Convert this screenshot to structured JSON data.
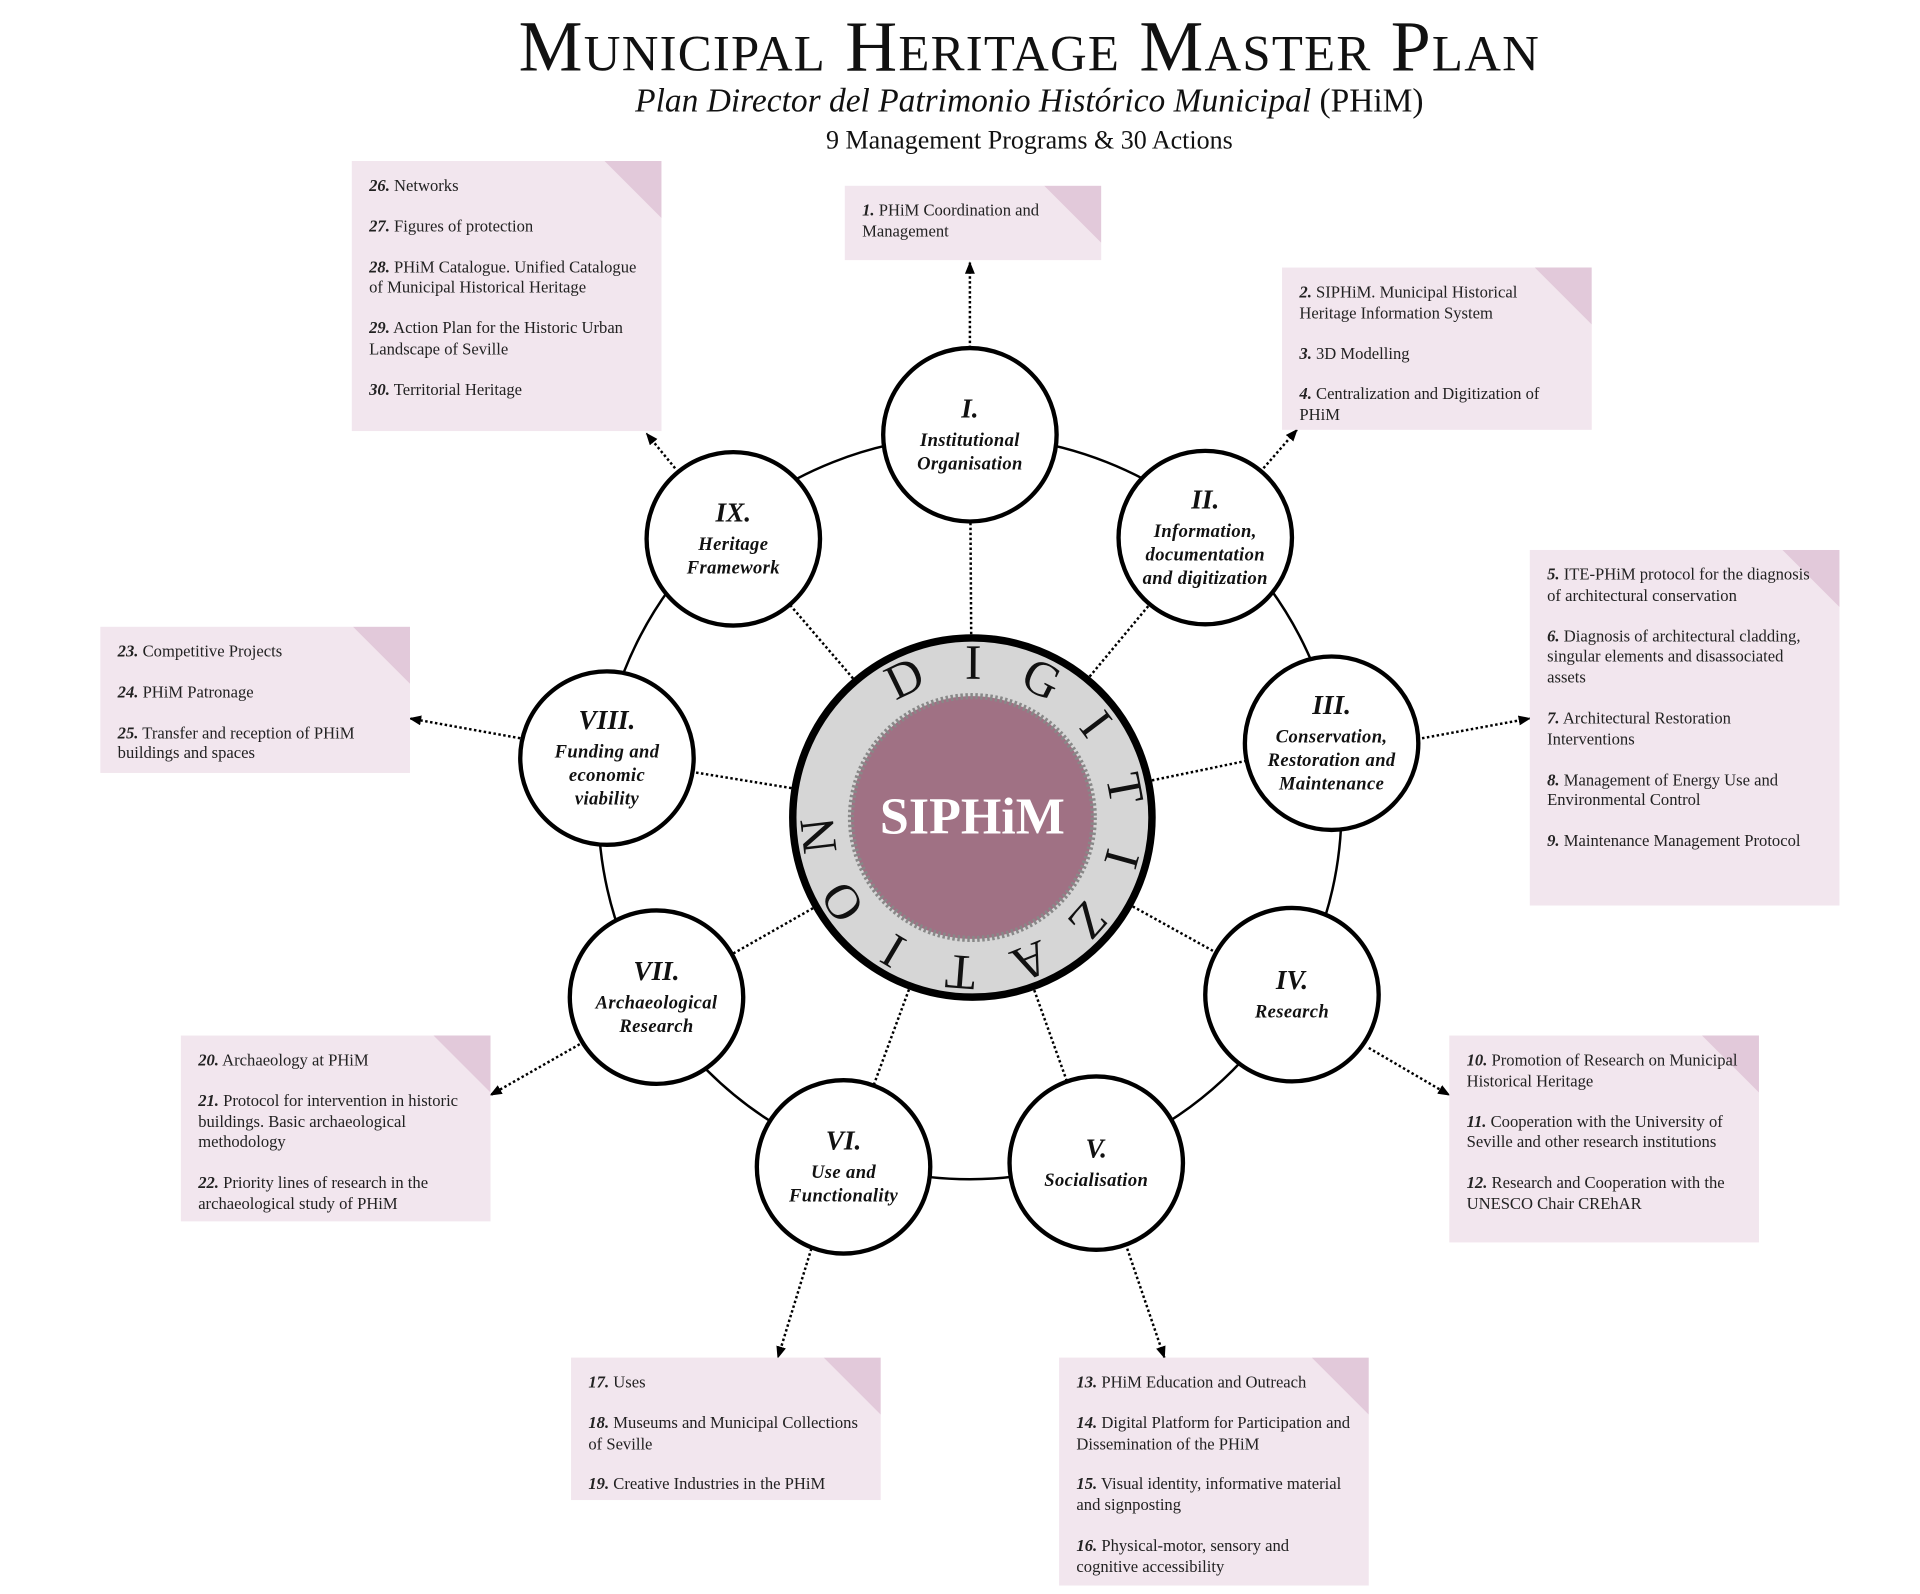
{
  "header": {
    "title": "Municipal Heritage Master Plan",
    "subtitle_italic": "Plan Director del Patrimonio Histórico Municipal",
    "subtitle_acronym": "(PHiM)",
    "tagline": "9 Management Programs & 30 Actions"
  },
  "center": {
    "label": "SIPHiM",
    "ring_text": "DIGITIZATION",
    "colors": {
      "core": "#a07184",
      "ring": "#d6d6d6",
      "box": "#f2e6ee",
      "box_corner": "#e2c9da"
    }
  },
  "programs": [
    {
      "numeral": "I.",
      "name": "Institutional\nOrganisation"
    },
    {
      "numeral": "II.",
      "name": "Information,\ndocumentation\nand digitization"
    },
    {
      "numeral": "III.",
      "name": "Conservation,\nRestoration and\nMaintenance"
    },
    {
      "numeral": "IV.",
      "name": "Research"
    },
    {
      "numeral": "V.",
      "name": "Socialisation"
    },
    {
      "numeral": "VI.",
      "name": "Use and\nFunctionality"
    },
    {
      "numeral": "VII.",
      "name": "Archaeological\nResearch"
    },
    {
      "numeral": "VIII.",
      "name": "Funding and\neconomic\nviability"
    },
    {
      "numeral": "IX.",
      "name": "Heritage\nFramework"
    }
  ],
  "actions": [
    [
      {
        "num": "1.",
        "text": "PHiM Coordination and Management"
      }
    ],
    [
      {
        "num": "2.",
        "text": "SIPHiM. Municipal Historical Heritage Information System"
      },
      {
        "num": "3.",
        "text": "3D Modelling"
      },
      {
        "num": "4.",
        "text": "Centralization and Digitization of PHiM"
      }
    ],
    [
      {
        "num": "5.",
        "text": "ITE-PHiM protocol for the diagnosis of architectural conservation"
      },
      {
        "num": "6.",
        "text": "Diagnosis of architectural cladding, singular elements and disassociated assets"
      },
      {
        "num": "7.",
        "text": "Architectural Restoration Interventions"
      },
      {
        "num": "8.",
        "text": "Management of Energy Use and Environmental Control"
      },
      {
        "num": "9.",
        "text": "Maintenance Management Protocol"
      }
    ],
    [
      {
        "num": "10.",
        "text": "Promotion of Research on Municipal Historical Heritage"
      },
      {
        "num": "11.",
        "text": "Cooperation with the University of Seville and other research institutions"
      },
      {
        "num": "12.",
        "text": "Research and Cooperation with the UNESCO Chair CREhAR"
      }
    ],
    [
      {
        "num": "13.",
        "text": "PHiM Education and Outreach"
      },
      {
        "num": "14.",
        "text": "Digital Platform for Participation and Dissemination of the PHiM"
      },
      {
        "num": "15.",
        "text": "Visual identity, informative material and signposting"
      },
      {
        "num": "16.",
        "text": "Physical-motor, sensory and cognitive accessibility"
      }
    ],
    [
      {
        "num": "17.",
        "text": "Uses"
      },
      {
        "num": "18.",
        "text": "Museums and Municipal Collections of Seville"
      },
      {
        "num": "19.",
        "text": "Creative Industries in the PHiM"
      }
    ],
    [
      {
        "num": "20.",
        "text": "Archaeology  at PHiM"
      },
      {
        "num": "21.",
        "text": "Protocol for intervention in historic buildings. Basic archaeological methodology"
      },
      {
        "num": "22.",
        "text": "Priority lines of research in the archaeological study of PHiM"
      }
    ],
    [
      {
        "num": "23.",
        "text": "Competitive Projects"
      },
      {
        "num": "24.",
        "text": "PHiM Patronage"
      },
      {
        "num": "25.",
        "text": "Transfer and reception of PHiM buildings and spaces"
      }
    ],
    [
      {
        "num": "26.",
        "text": "Networks"
      },
      {
        "num": "27.",
        "text": "Figures of protection"
      },
      {
        "num": "28.",
        "text": "PHiM Catalogue. Unified Catalogue of Municipal Historical Heritage"
      },
      {
        "num": "29.",
        "text": "Action Plan for the Historic Urban Landscape of Seville"
      },
      {
        "num": "30.",
        "text": "Territorial Heritage"
      }
    ]
  ]
}
